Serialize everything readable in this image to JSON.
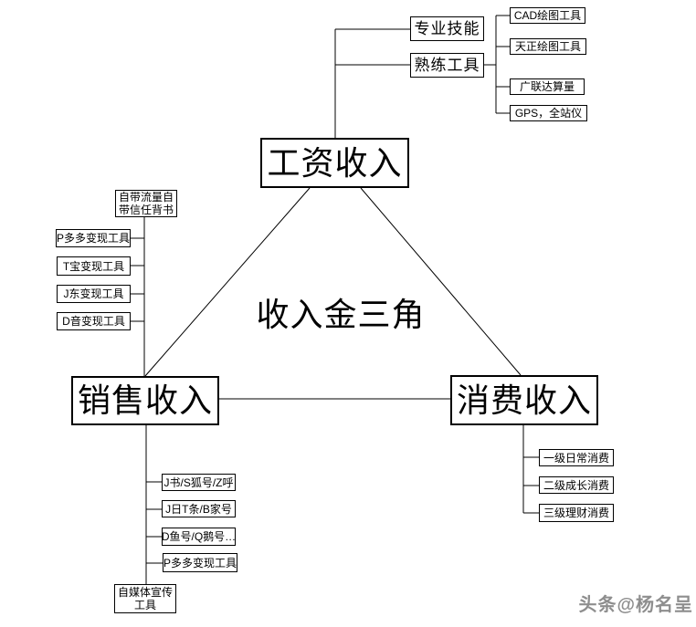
{
  "diagram": {
    "center_title": "收入金三角",
    "salary_node": "工资收入",
    "sales_node": "销售收入",
    "consumption_node": "消费收入",
    "skills_node": "专业技能",
    "tools_node": "熟练工具",
    "tool_items": [
      "CAD绘图工具",
      "天正绘图工具",
      "广联达算量",
      "GPS，全站仪"
    ],
    "traffic_header": {
      "line1": "自带流量自",
      "line2": "带信任背书"
    },
    "monetize_items": [
      "P多多变现工具",
      "T宝变现工具",
      "J东变现工具",
      "D音变现工具"
    ],
    "media_items": [
      "J书/S狐号/Z呼",
      "J日T条/B家号",
      "D鱼号/Q鹅号…",
      "P多多变现工具"
    ],
    "media_footer": {
      "line1": "自媒体宣传",
      "line2": "工具"
    },
    "consume_items": [
      "一级日常消费",
      "二级成长消费",
      "三级理财消费"
    ]
  },
  "watermark": "头条@杨名呈"
}
